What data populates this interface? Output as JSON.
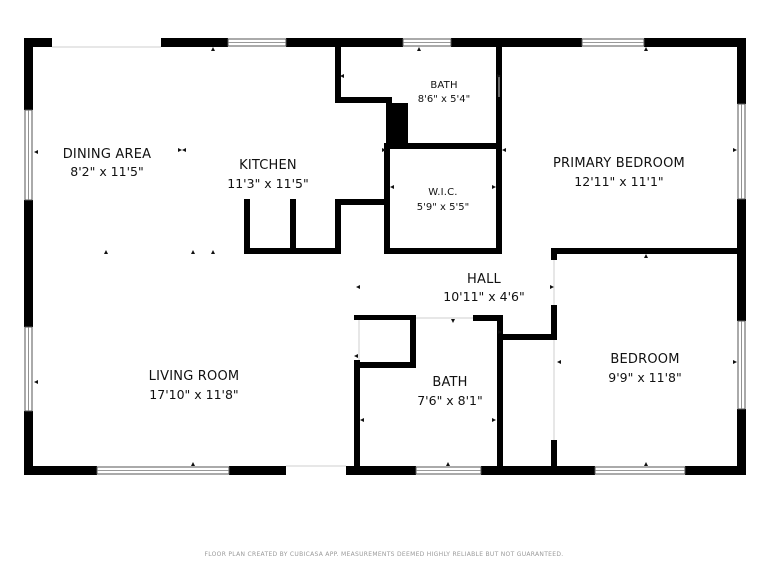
{
  "rooms": {
    "dining": {
      "name": "DINING AREA",
      "dims": "8'2\" x 11'5\""
    },
    "kitchen": {
      "name": "KITCHEN",
      "dims": "11'3\" x 11'5\""
    },
    "bath_top": {
      "name": "BATH",
      "dims": "8'6\" x 5'4\""
    },
    "wic": {
      "name": "W.I.C.",
      "dims": "5'9\" x 5'5\""
    },
    "primary_bedroom": {
      "name": "PRIMARY BEDROOM",
      "dims": "12'11\" x 11'1\""
    },
    "hall": {
      "name": "HALL",
      "dims": "10'11\" x 4'6\""
    },
    "living_room": {
      "name": "LIVING ROOM",
      "dims": "17'10\" x 11'8\""
    },
    "bath_bottom": {
      "name": "BATH",
      "dims": "7'6\" x 8'1\""
    },
    "bedroom": {
      "name": "BEDROOM",
      "dims": "9'9\" x 11'8\""
    }
  },
  "footer": "FLOOR PLAN CREATED BY CUBICASA APP. MEASUREMENTS DEEMED HIGHLY RELIABLE BUT NOT GUARANTEED."
}
